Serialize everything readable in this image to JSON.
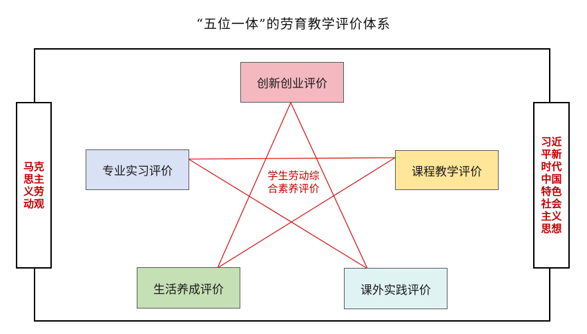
{
  "title": "“五位一体”的劳育教学评价体系",
  "left_banner": "马克思主义劳动观",
  "right_banner": "习近平新时代中国特色社会主义思想",
  "nodes": {
    "top": "创新创业评价",
    "left": "专业实习评价",
    "right": "课程教学评价",
    "bottom_left": "生活养成评价",
    "bottom_right": "课外实践评价"
  },
  "center": {
    "line1": "学生劳动综",
    "line2": "合素养评价"
  },
  "colors": {
    "star_line": "#d42020",
    "accent_text": "#c00000",
    "top_fill": "#f4b8c1",
    "left_fill": "#d9e1f4",
    "right_fill": "#ffe699",
    "bottom_left_fill": "#c5e0b4",
    "bottom_right_fill": "#dff3f3"
  }
}
